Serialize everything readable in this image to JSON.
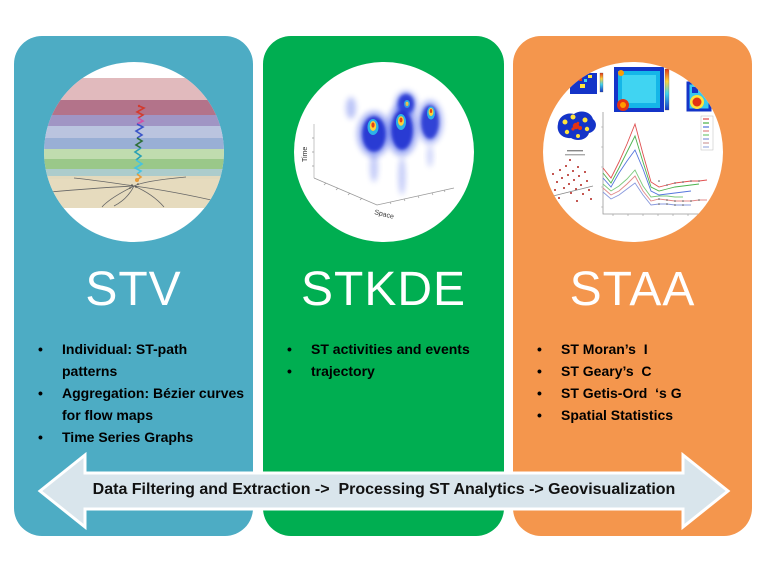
{
  "slide": {
    "background_color": "#ffffff",
    "panels": [
      {
        "title": "STV",
        "color": "#4dacc4",
        "image_name": "space-time-path-visualization",
        "bullets": [
          "Individual: ST-path patterns",
          "Aggregation: Bézier curves for flow maps",
          "Time Series Graphs"
        ]
      },
      {
        "title": "STKDE",
        "color": "#00ae51",
        "image_name": "space-time-kernel-density-plot",
        "axis": {
          "time": "Time",
          "space": "Space"
        },
        "bullets": [
          "ST activities and events",
          "trajectory"
        ]
      },
      {
        "title": "STAA",
        "color": "#f4964d",
        "image_name": "spatial-statistics-collage",
        "bullets": [
          "ST Moran’s  I",
          "ST Geary’s  C",
          "ST Getis-Ord  ‘s G",
          "Spatial Statistics"
        ]
      }
    ],
    "arrow": {
      "fill_color": "#d9e5ec",
      "label": "Data Filtering and Extraction ->  Processing ST Analytics -> Geovisualization"
    }
  }
}
